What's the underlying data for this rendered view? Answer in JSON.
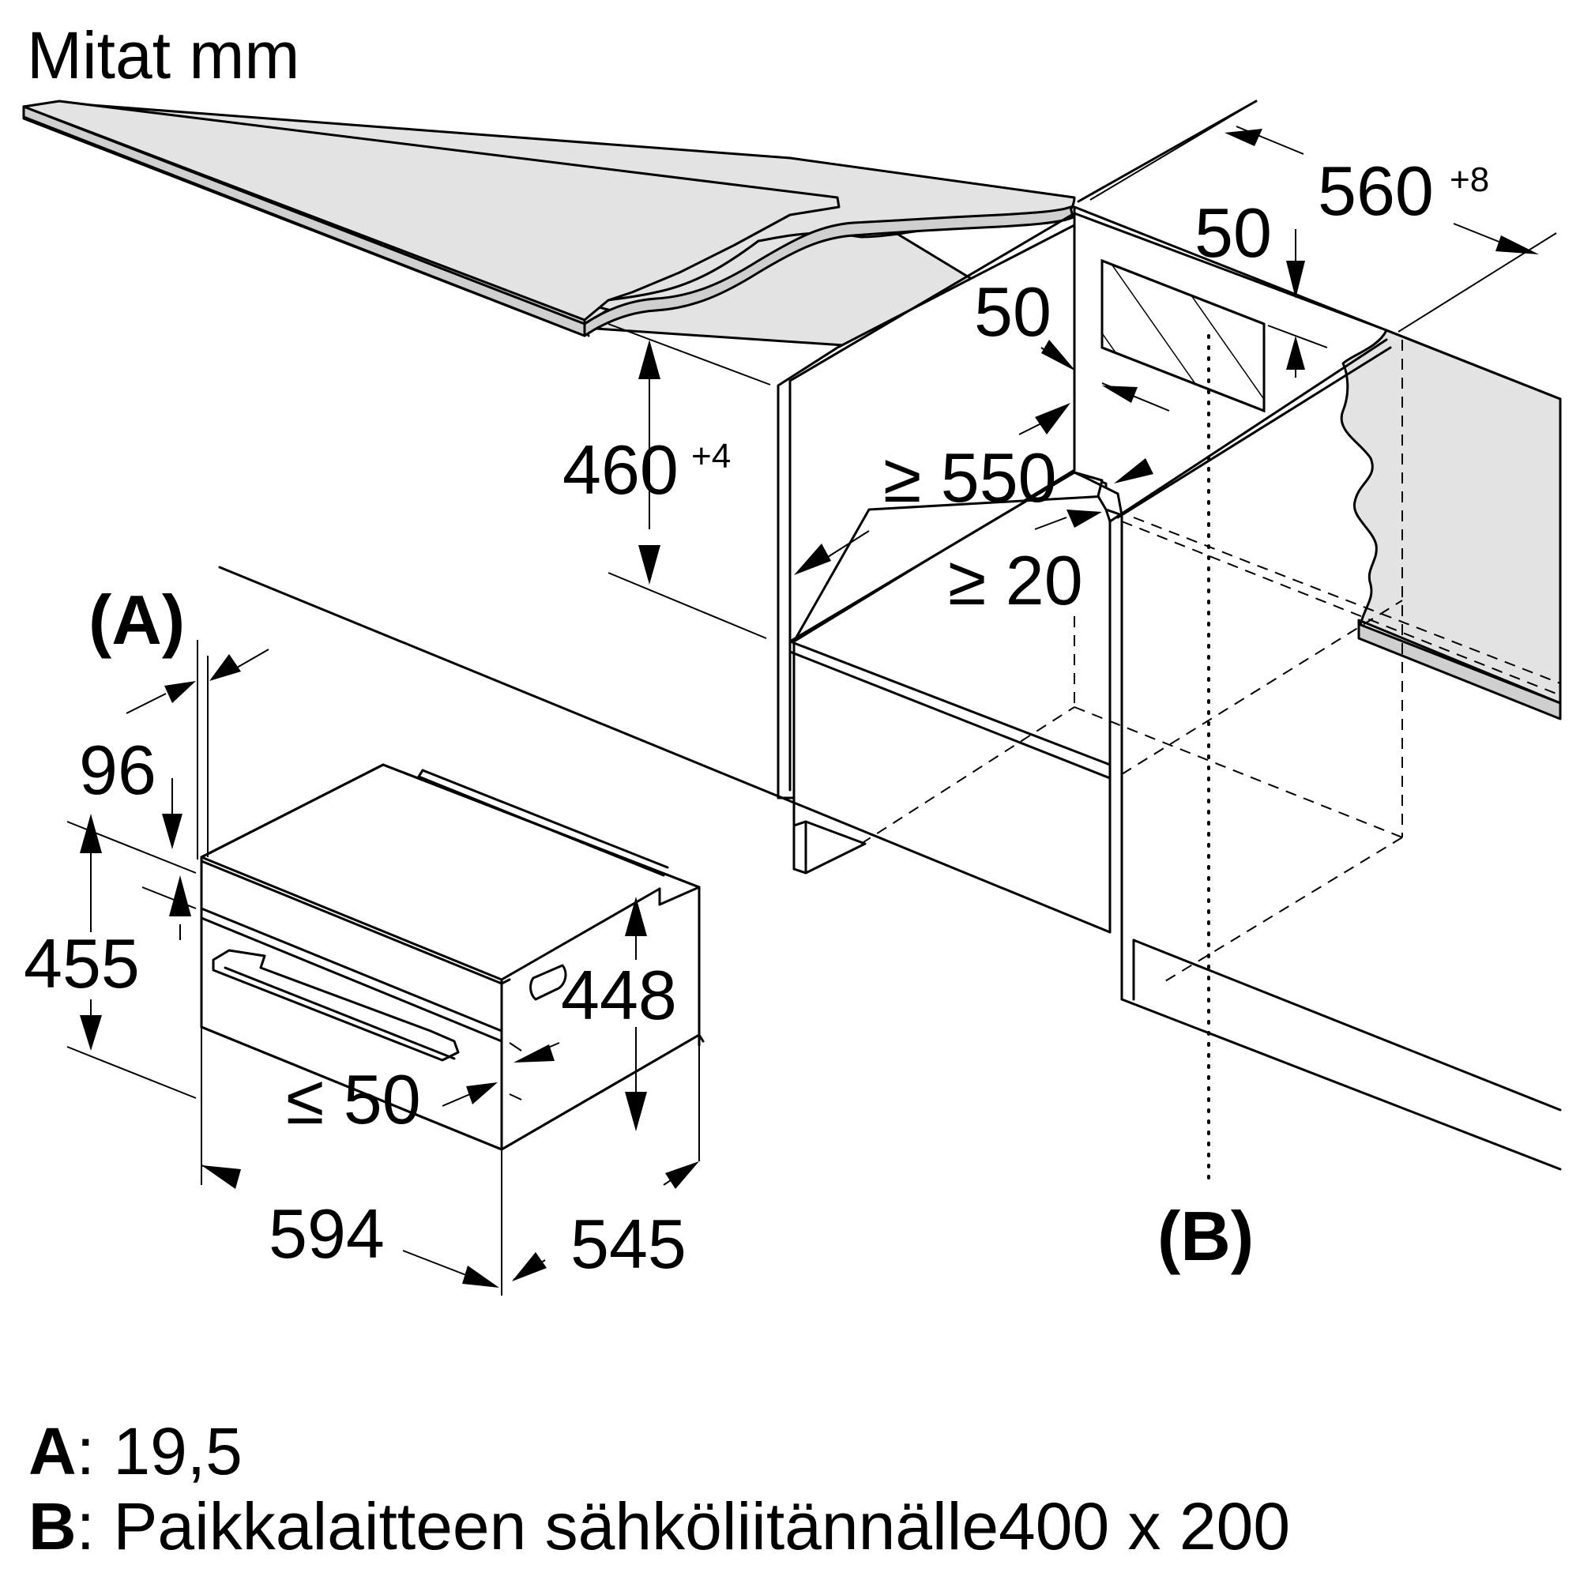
{
  "title": "Mitat mm",
  "dimensions": {
    "niche_width": "560",
    "niche_width_tol": "+8",
    "vent_top": "50",
    "vent_side": "50",
    "niche_height": "460",
    "niche_height_tol": "+4",
    "depth_min": "≥ 550",
    "gap_min": "≥ 20",
    "marker_a": "(A)",
    "marker_b": "(B)",
    "door_offset": "96",
    "total_height": "455",
    "body_height": "448",
    "door_gap": "≤ 50",
    "width": "594",
    "depth": "545"
  },
  "legend": [
    {
      "key": "A",
      "text": ": 19,5"
    },
    {
      "key": "B",
      "text": ": Paikkalaitteen sähköliitännälle400 x 200"
    }
  ]
}
